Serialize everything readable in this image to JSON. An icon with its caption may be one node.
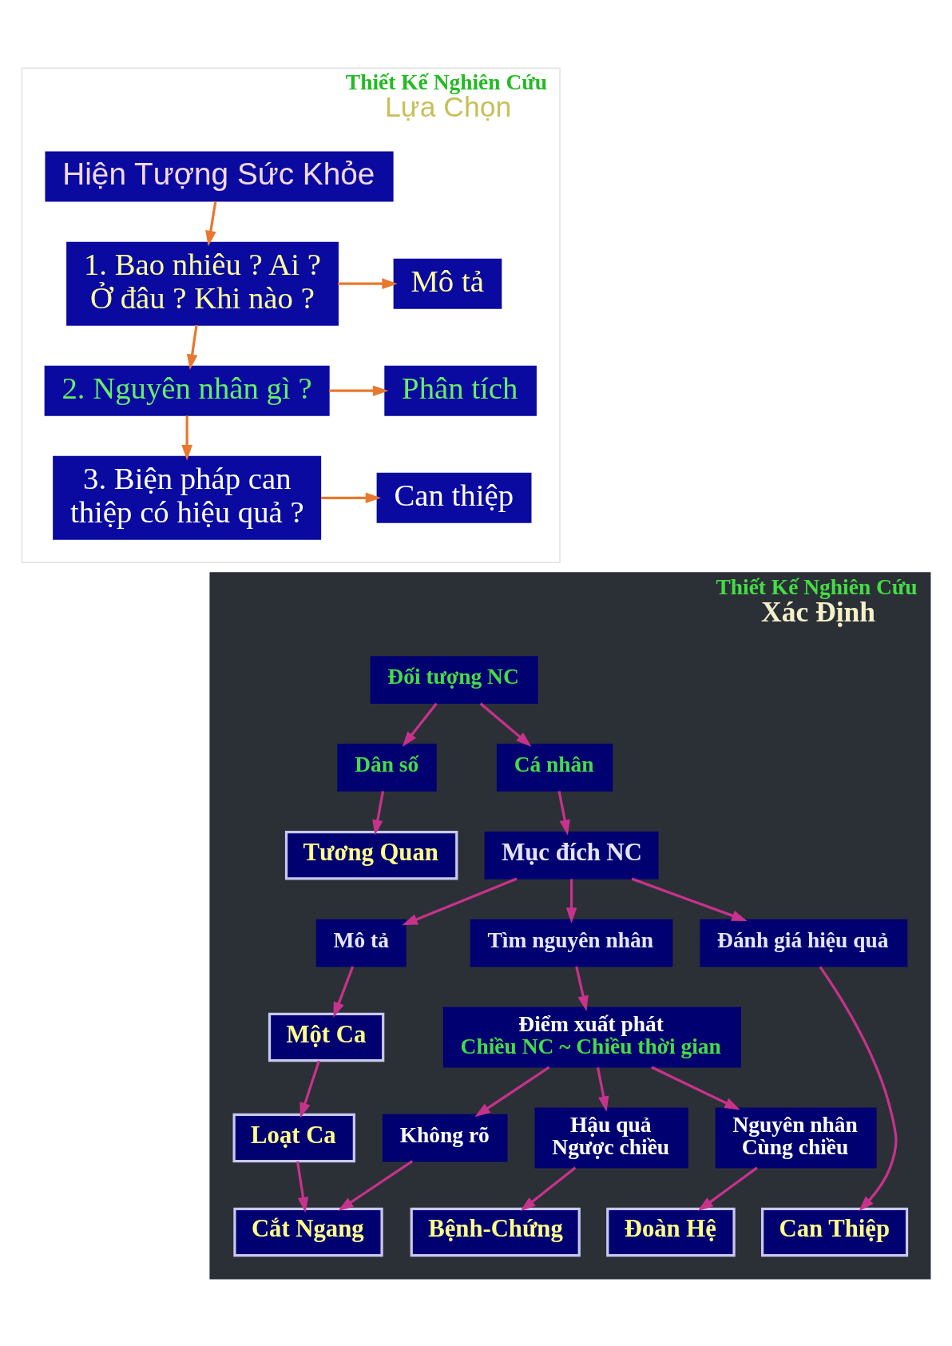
{
  "diagram": {
    "nodes": [
      {
        "text": [
          "Thiết Kế Nghiên Cứu",
          "Lựa Chọn"
        ]
      },
      {
        "text": [
          "Hiện Tượng Sức Khỏe"
        ],
        "in": 0
      },
      {
        "text": [
          "1. Bao nhiêu ? Ai ? Ở đâu ? Khi nào ?"
        ],
        "in": 0
      },
      {
        "text": [
          "Mô tả"
        ],
        "in": 0
      },
      {
        "text": [
          "2. Nguyên nhân gì ?"
        ],
        "in": 0
      },
      {
        "text": [
          "Phân tích"
        ],
        "in": 0
      },
      {
        "text": [
          "3. Biện pháp can thiệp có hiệu quả ?"
        ],
        "in": 0
      },
      {
        "text": [
          "Can thiệp"
        ],
        "in": 0
      },
      {
        "text": [
          "Thiết Kế Nghiên Cứu",
          "Xác Định"
        ]
      },
      {
        "text": [
          "Đối tượng NC"
        ],
        "in": 8
      },
      {
        "text": [
          "Dân số"
        ],
        "in": 8
      },
      {
        "text": [
          "Cá nhân"
        ],
        "in": 8
      },
      {
        "text": [
          "Tương Quan"
        ],
        "in": 8
      },
      {
        "text": [
          "Mục đích NC"
        ],
        "in": 8
      },
      {
        "text": [
          "Mô tả"
        ],
        "in": 8
      },
      {
        "text": [
          "Tìm nguyên nhân"
        ],
        "in": 8
      },
      {
        "text": [
          "Đánh giá hiệu quả"
        ],
        "in": 8
      },
      {
        "text": [
          "Một Ca"
        ],
        "in": 8
      },
      {
        "text": [
          "Điểm xuất phát",
          "Chiều NC ~ Chiều thời gian"
        ],
        "in": 8
      },
      {
        "text": [
          "Loạt Ca"
        ],
        "in": 8
      },
      {
        "text": [
          "Không rõ"
        ],
        "in": 8
      },
      {
        "text": [
          "Hậu quả Ngược chiều"
        ],
        "in": 8
      },
      {
        "text": [
          "Nguyên nhân Cùng chiều"
        ],
        "in": 8
      },
      {
        "text": [
          "Cắt Ngang"
        ],
        "in": 8
      },
      {
        "text": [
          "Bệnh-Chứng"
        ],
        "in": 8
      },
      {
        "text": [
          "Đoàn Hệ"
        ],
        "in": 8
      },
      {
        "text": [
          "Can Thiệp"
        ],
        "in": 8
      }
    ],
    "edges": [
      {
        "from": 1,
        "to": 2,
        "arrow": "to",
        "color": "#e8782e"
      },
      {
        "from": 2,
        "to": 3,
        "arrow": "to",
        "color": "#e8782e"
      },
      {
        "from": 2,
        "to": 4,
        "arrow": "to",
        "color": "#e8782e"
      },
      {
        "from": 4,
        "to": 5,
        "arrow": "to",
        "color": "#e8782e"
      },
      {
        "from": 4,
        "to": 6,
        "arrow": "to",
        "color": "#e8782e"
      },
      {
        "from": 6,
        "to": 7,
        "arrow": "to",
        "color": "#e8782e"
      },
      {
        "from": 9,
        "to": 10,
        "arrow": "to"
      },
      {
        "from": 9,
        "to": 11,
        "arrow": "to"
      },
      {
        "from": 10,
        "to": 12,
        "arrow": "to"
      },
      {
        "from": 11,
        "to": 13,
        "arrow": "to"
      },
      {
        "from": 13,
        "to": 14,
        "arrow": "to"
      },
      {
        "from": 13,
        "to": 15,
        "arrow": "to"
      },
      {
        "from": 13,
        "to": 16,
        "arrow": "to"
      },
      {
        "from": 14,
        "to": 17,
        "arrow": "to"
      },
      {
        "from": 15,
        "to": 18,
        "arrow": "to"
      },
      {
        "from": 17,
        "to": 19,
        "arrow": "to"
      },
      {
        "from": 18,
        "to": 20,
        "arrow": "to"
      },
      {
        "from": 18,
        "to": 21,
        "arrow": "to"
      },
      {
        "from": 18,
        "to": 22,
        "arrow": "to"
      },
      {
        "from": 19,
        "to": 23,
        "arrow": "to"
      },
      {
        "from": 20,
        "to": 23,
        "arrow": "to"
      },
      {
        "from": 21,
        "to": 24,
        "arrow": "to"
      },
      {
        "from": 22,
        "to": 25,
        "arrow": "to"
      },
      {
        "from": 16,
        "to": 26,
        "arrow": "to"
      }
    ]
  }
}
